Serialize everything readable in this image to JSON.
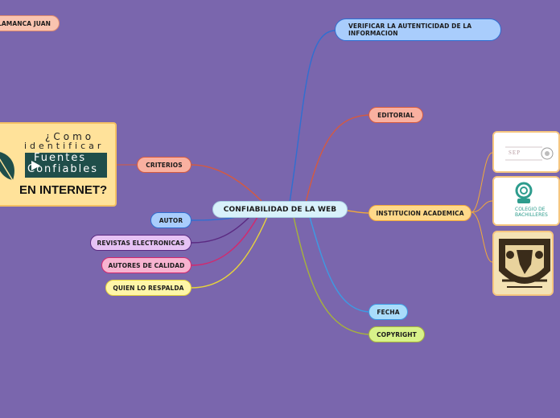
{
  "center": {
    "label": "CONFIABILIDAD DE LA WEB"
  },
  "nodes": {
    "salamanca": "SALAMANCA JUAN",
    "verificar": "VERIFICAR LA AUTENTICIDAD DE LA INFORMACION",
    "editorial": "EDITORIAL",
    "institucion": "INSTITUCION ACADEMICA",
    "fecha": "FECHA",
    "copyright": "COPYRIGHT",
    "criterios": "CRITERIOS",
    "autor": "AUTOR",
    "revistas": "REVISTAS ELECTRONICAS",
    "autores_calidad": "AUTORES DE CALIDAD",
    "quien": "QUIEN LO RESPALDA"
  },
  "video_thumbnail": {
    "line1": "¿Como",
    "line2": "identificar",
    "line3": "Fuentes",
    "line4": "Confiables",
    "line5": "EN INTERNET?"
  },
  "logos": {
    "sep": "SEP",
    "colegio": "COLEGIO DE BACHILLERES"
  },
  "colors": {
    "background": "#7a66ad",
    "center_fill": "#d8f1fb",
    "blue_branch": "#2f6fd1",
    "red_branch": "#d55a40",
    "orange_branch": "#f2a93b",
    "cyan_branch": "#3c9be4",
    "olive_branch": "#a7b33a",
    "purple_branch": "#5b2a82",
    "pink_branch": "#d4286d",
    "yellow_branch": "#e8d43a"
  }
}
